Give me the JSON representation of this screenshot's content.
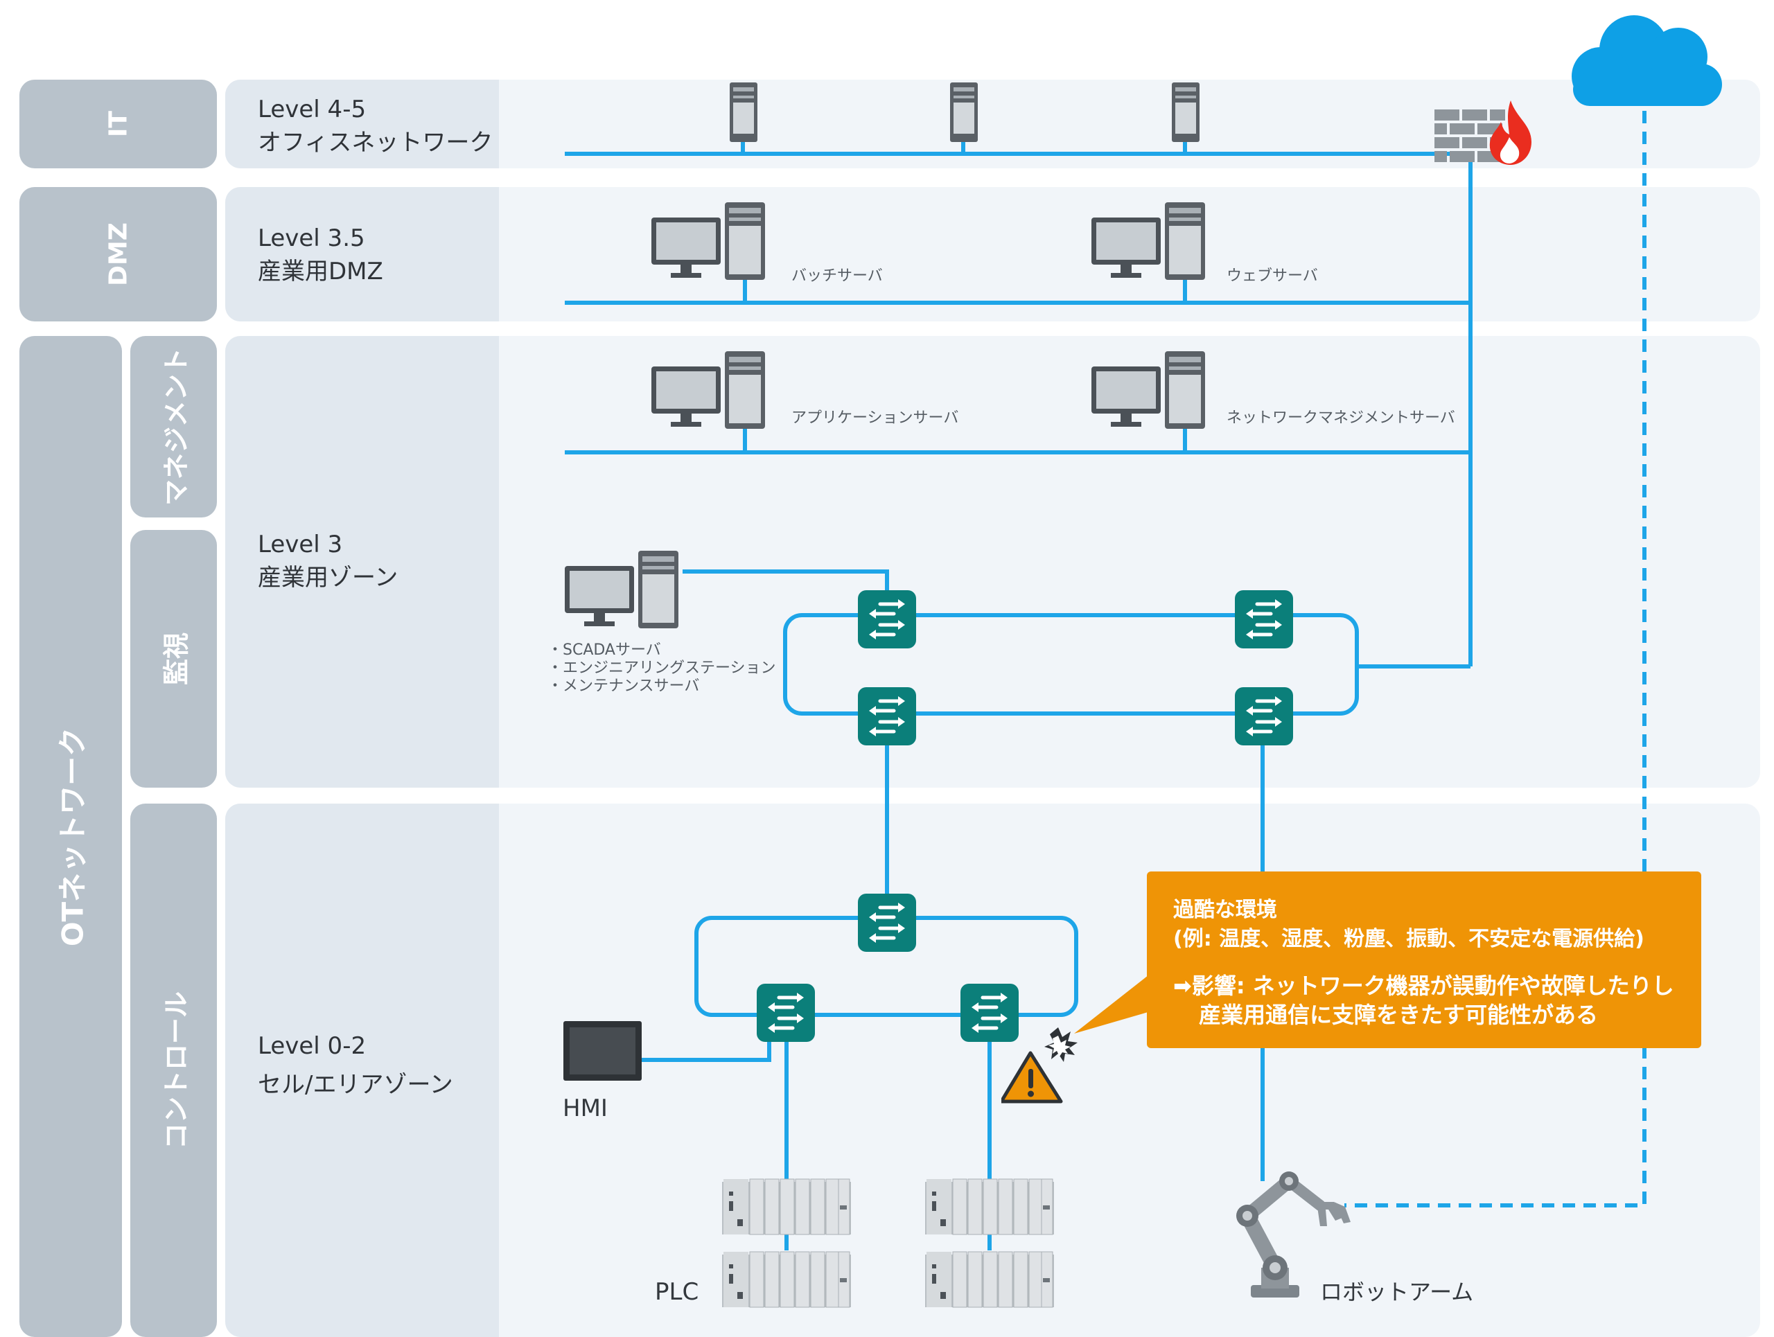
{
  "categories": {
    "it": "IT",
    "dmz": "DMZ",
    "ot": "OTネットワーク",
    "management": "マネジメント",
    "monitoring": "監視",
    "control": "コントロール"
  },
  "levels": {
    "l45": {
      "title": "Level 4-5",
      "name": "オフィスネットワーク"
    },
    "l35": {
      "title": "Level 3.5",
      "name": "産業用DMZ"
    },
    "l3": {
      "title": "Level 3",
      "name": "産業用ゾーン"
    },
    "l02": {
      "title": "Level 0-2",
      "name": "セル/エリアゾーン"
    }
  },
  "servers": {
    "batch": "バッチサーバ",
    "web": "ウェブサーバ",
    "app": "アプリケーションサーバ",
    "nms": "ネットワークマネジメントサーバ"
  },
  "scada": {
    "line1": "・SCADAサーバ",
    "line2": "・エンジニアリングステーション",
    "line3": "・メンテナンスサーバ"
  },
  "devices": {
    "hmi": "HMI",
    "plc": "PLC",
    "robot": "ロボットアーム"
  },
  "callout": {
    "title": "過酷な環境",
    "examples": "(例: 温度、湿度、粉塵、振動、不安定な電源供給)",
    "impact_line1": "➡影響: ネットワーク機器が誤動作や故障したりし",
    "impact_line2": "産業用通信に支障をきたす可能性がある"
  },
  "colors": {
    "link": "#1ea5e8",
    "switch": "#0b7f7a",
    "callout": "#ef9406",
    "cloud": "#0ea0e6",
    "category": "#b8c2cb",
    "band": "#f1f5f9"
  }
}
